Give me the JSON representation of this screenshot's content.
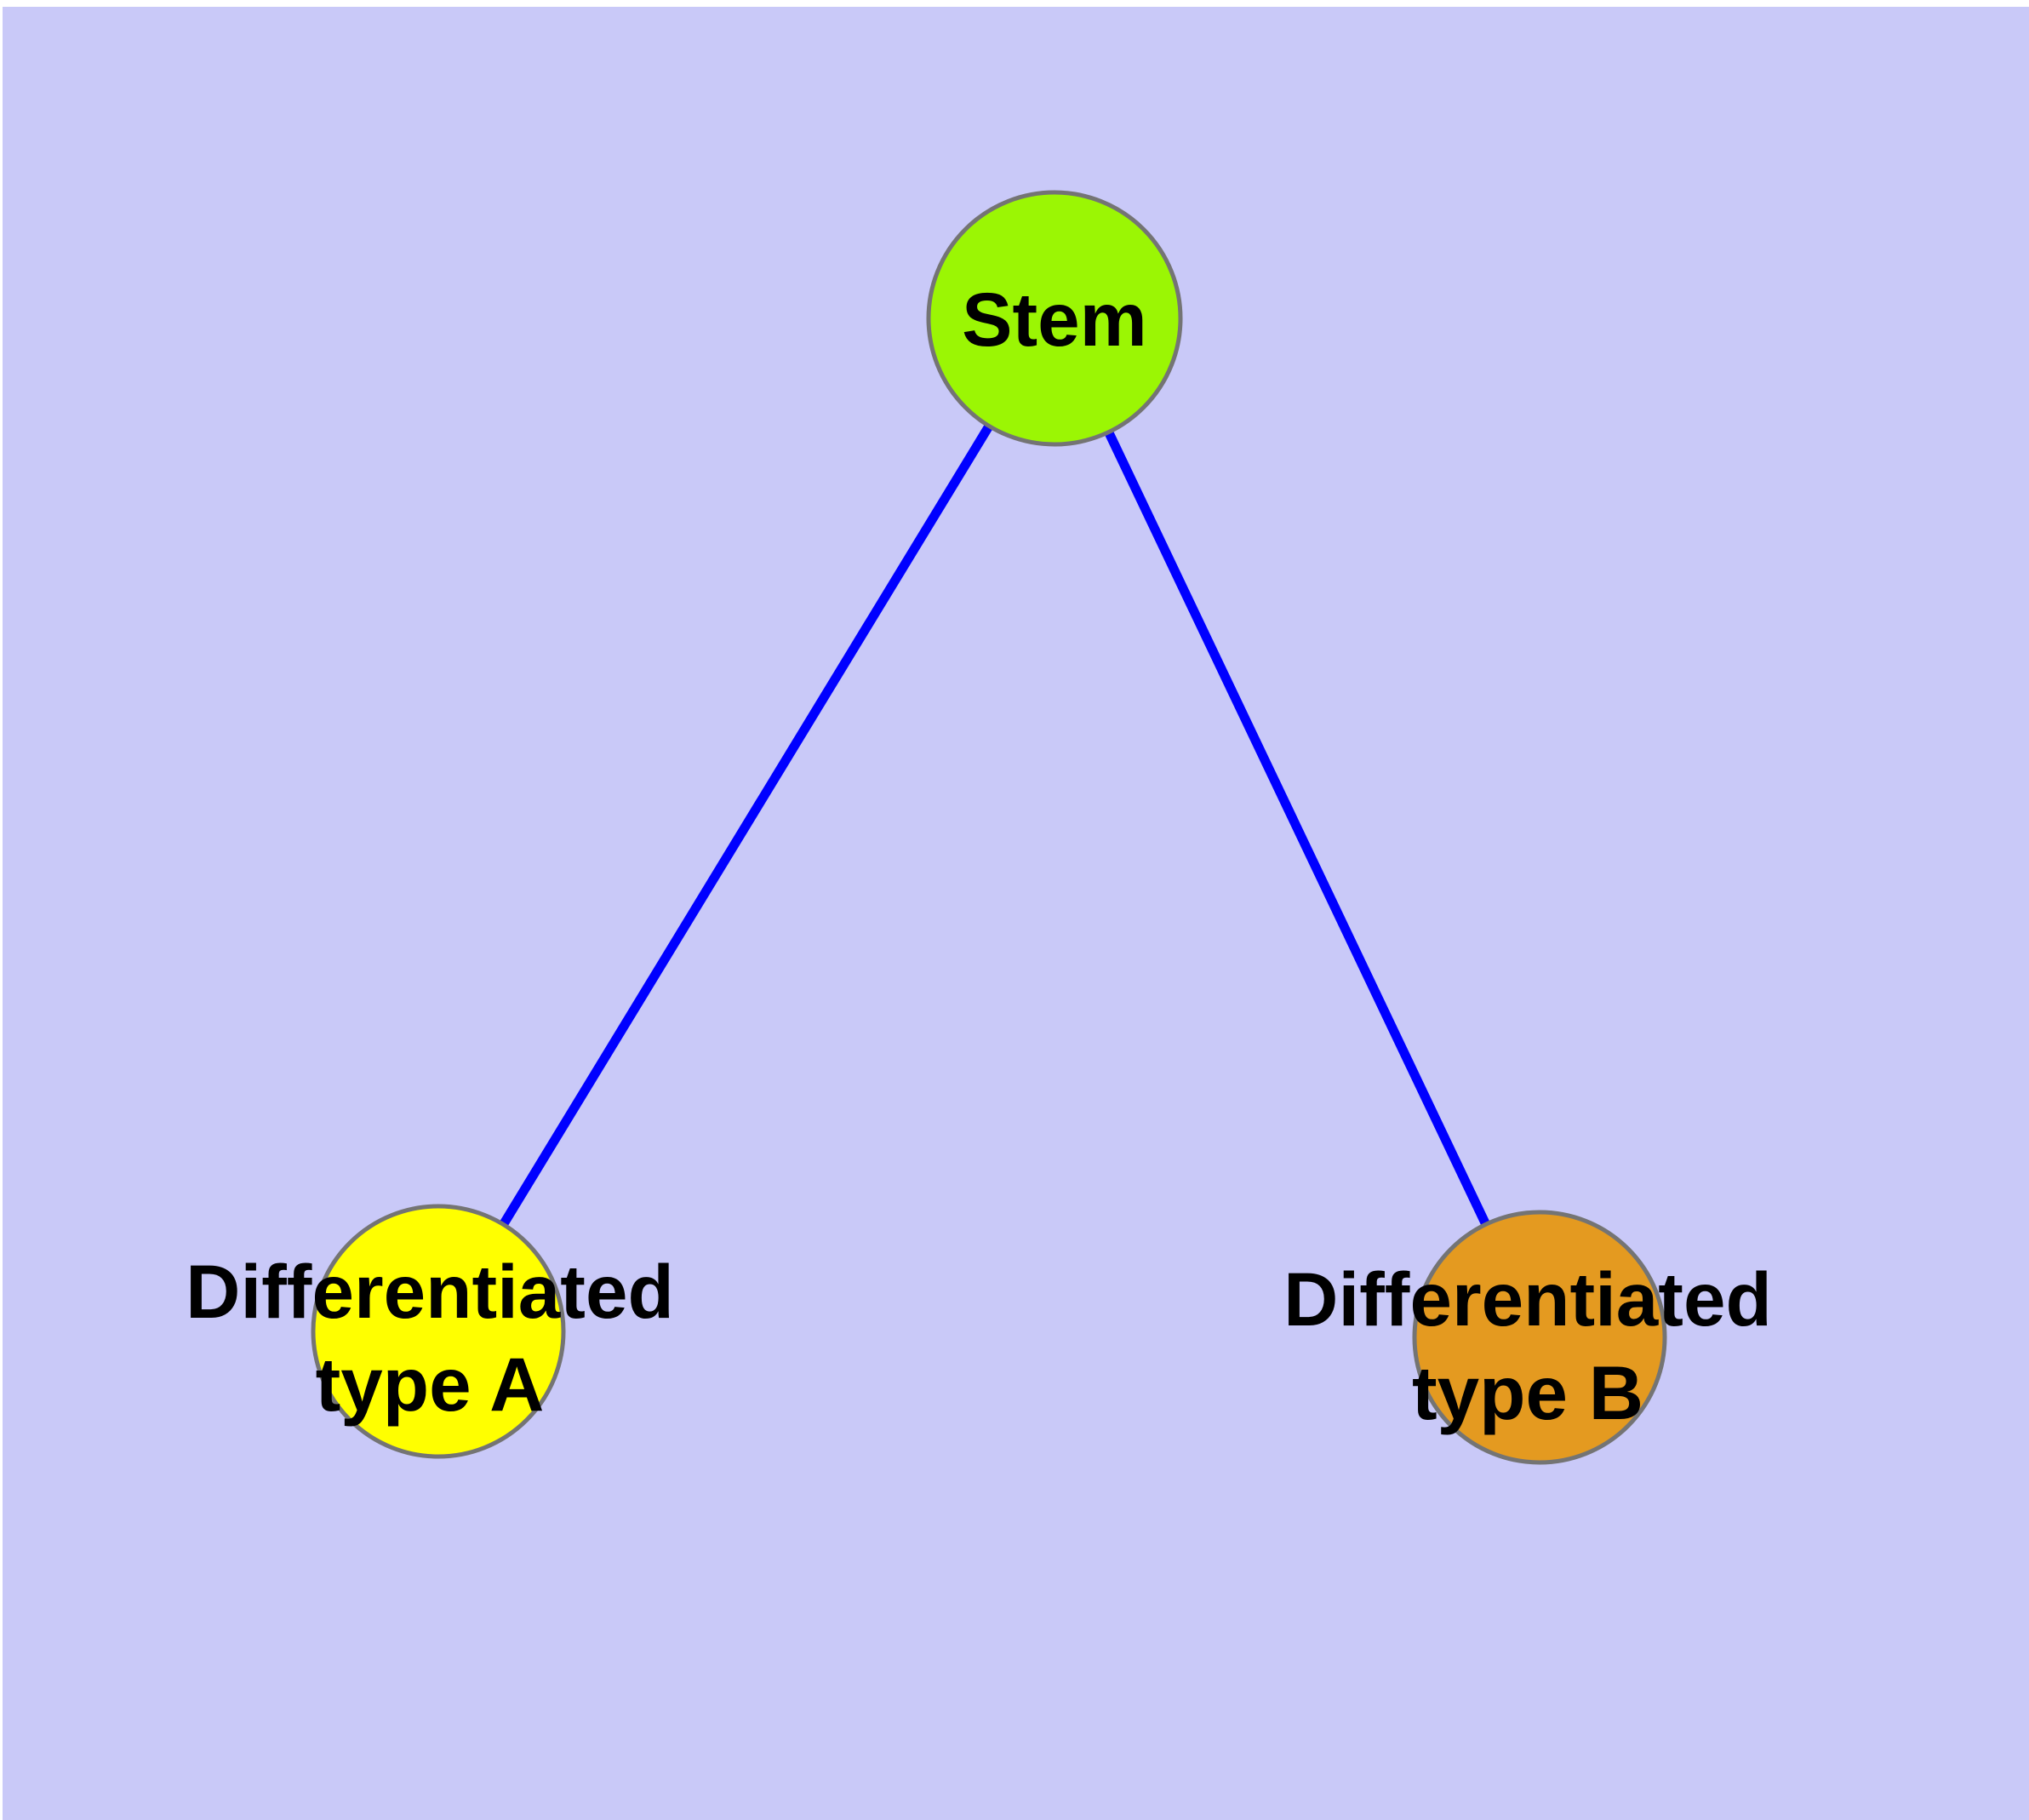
{
  "figure": {
    "type": "node-link-diagram",
    "description": "Cell differentiation hierarchy: stem cell differentiating into two cell types",
    "panel_background_color": "#C9C9F8",
    "outer_margin_color": "#FFFFFF",
    "edge_color": "#0000FF",
    "node_border_color": "#747474",
    "label_color": "#000000",
    "nodes": [
      {
        "id": "stem",
        "label": "Stem",
        "fill": "#9BF604"
      },
      {
        "id": "differentiated-type-a",
        "label_line1": "Differentiated",
        "label_line2": "type A",
        "fill": "#FFFF00"
      },
      {
        "id": "differentiated-type-b",
        "label_line1": "Differentiated",
        "label_line2": "type B",
        "fill": "#E49A20"
      }
    ],
    "edges": [
      {
        "from": "stem",
        "to": "differentiated-type-a"
      },
      {
        "from": "stem",
        "to": "differentiated-type-b"
      }
    ]
  }
}
